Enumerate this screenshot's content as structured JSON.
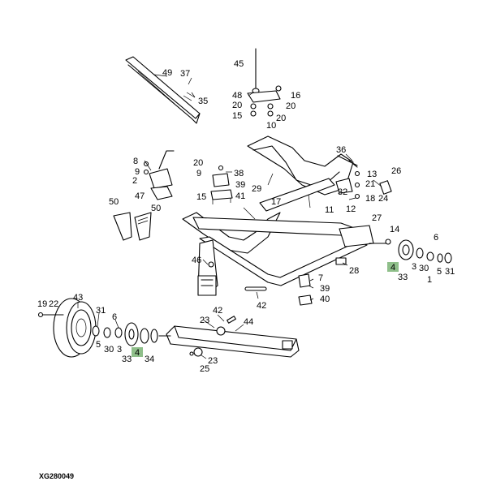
{
  "reference_code": "XG280049",
  "highlight_color": "#8fbf8a",
  "callouts": {
    "c45": "45",
    "c49": "49",
    "c37": "37",
    "c35": "35",
    "c48": "48",
    "c20a": "20",
    "c15a": "15",
    "c16": "16",
    "c20b": "20",
    "c20c": "20",
    "c10": "10",
    "c36": "36",
    "c8": "8",
    "c9a": "9",
    "c2": "2",
    "c47": "47",
    "c20d": "20",
    "c9b": "9",
    "c38": "38",
    "c39a": "39",
    "c15b": "15",
    "c41": "41",
    "c29": "29",
    "c17": "17",
    "c13": "13",
    "c21": "21",
    "c26": "26",
    "c32": "32",
    "c18": "18",
    "c24": "24",
    "c50a": "50",
    "c50b": "50",
    "c11": "11",
    "c12": "12",
    "c27": "27",
    "c14": "14",
    "c6a": "6",
    "c4a": "4",
    "c3a": "3",
    "c30a": "30",
    "c5a": "5",
    "c31a": "31",
    "c33a": "33",
    "c1": "1",
    "c46": "46",
    "c28": "28",
    "c7": "7",
    "c39b": "39",
    "c40": "40",
    "c42a": "42",
    "c43": "43",
    "c19": "19",
    "c22": "22",
    "c31b": "31",
    "c6b": "6",
    "c5b": "5",
    "c30b": "30",
    "c3b": "3",
    "c4b": "4",
    "c33b": "33",
    "c34": "34",
    "c42b": "42",
    "c23a": "23",
    "c44": "44",
    "c23b": "23",
    "c25": "25"
  }
}
